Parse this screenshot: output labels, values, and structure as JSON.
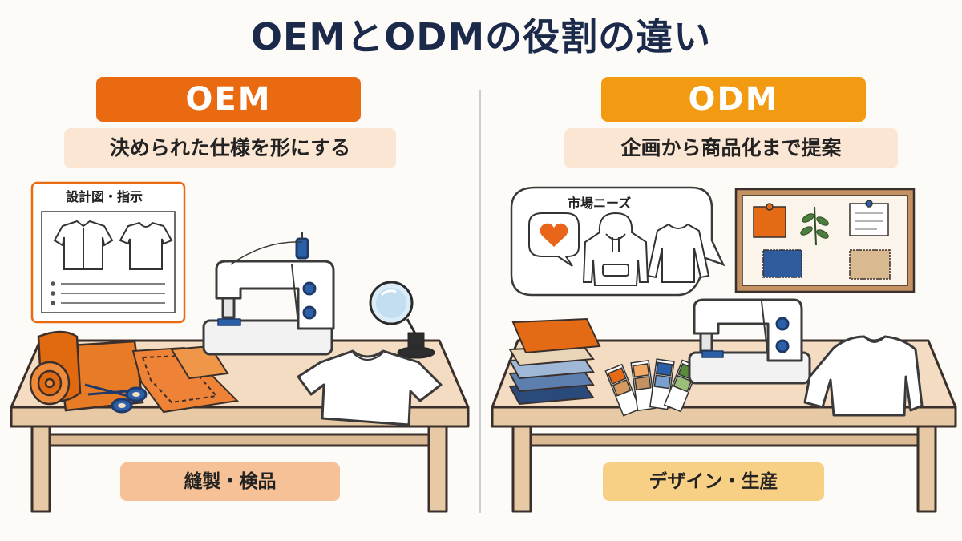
{
  "title": "OEMとODMの役割の違い",
  "oem": {
    "heading": "OEM",
    "subtitle": "決められた仕様を形にする",
    "blueprint_label": "設計図・指示",
    "footer": "縫製・検品"
  },
  "odm": {
    "heading": "ODM",
    "subtitle": "企画から商品化まで提案",
    "bubble_label": "市場ニーズ",
    "footer": "デザイン・生産"
  },
  "colors": {
    "oem_accent": "#ea6a12",
    "odm_accent": "#f29a12",
    "navy": "#1b2a4a",
    "table_wood": "#f1d9bd",
    "sub_pill": "#fbe6d4",
    "oem_footer": "#f6c196",
    "odm_footer": "#f7cf85"
  },
  "icons": [
    "shirt-icon",
    "sewing-machine-icon",
    "scissors-icon",
    "magnifier-icon",
    "heart-icon",
    "hoodie-icon",
    "sweater-icon",
    "leaf-icon",
    "fabric-swatch-icon",
    "color-card-icon",
    "pushpin-icon"
  ]
}
